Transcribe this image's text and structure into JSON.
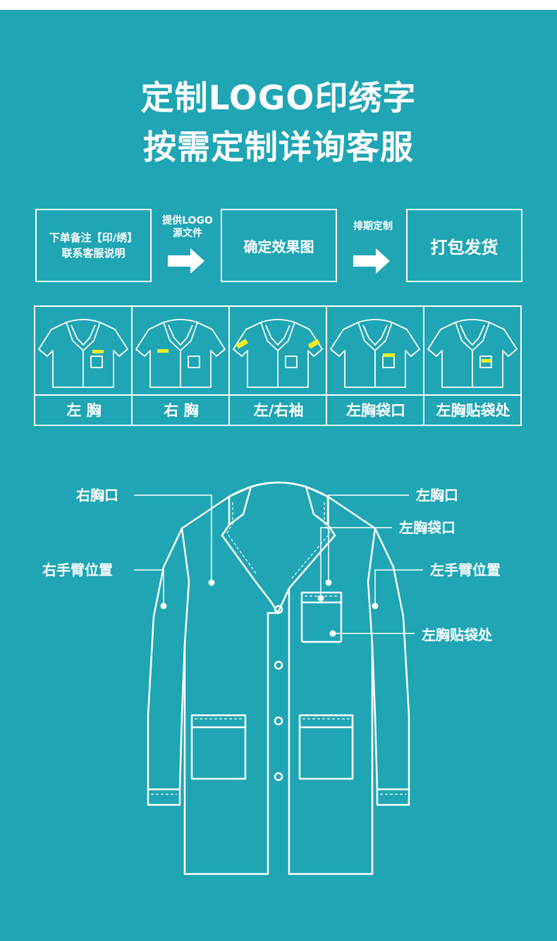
{
  "title": {
    "line1": "定制LOGO印绣字",
    "line2": "按需定制详询客服"
  },
  "flow": {
    "step1_line1": "下单备注【印/绣】",
    "step1_line2": "联系客服说明",
    "arrow1_line1": "提供LOGO",
    "arrow1_line2": "源文件",
    "step2": "确定效果图",
    "arrow2": "排期定制",
    "step3": "打包发货"
  },
  "positions": [
    {
      "label": "左 胸"
    },
    {
      "label": "右 胸"
    },
    {
      "label": "左/右袖"
    },
    {
      "label": "左胸袋口"
    },
    {
      "label": "左胸贴袋处"
    }
  ],
  "callouts": {
    "right_chest": "右胸口",
    "right_arm": "右手臂位置",
    "left_chest": "左胸口",
    "left_pocket_opening": "左胸袋口",
    "left_arm": "左手臂位置",
    "left_pocket_patch": "左胸贴袋处"
  },
  "colors": {
    "background": "#1fa5b4",
    "line": "#ffffff",
    "highlight": "#f2ee24"
  }
}
